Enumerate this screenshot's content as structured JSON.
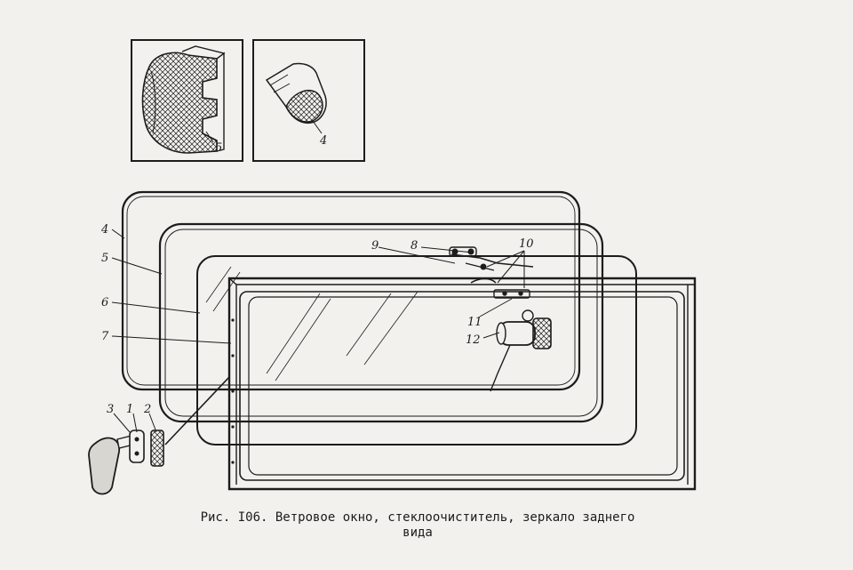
{
  "callouts": {
    "c1": "1",
    "c2": "2",
    "c3": "3",
    "c4": "4",
    "c5": "5",
    "c6": "6",
    "c7": "7",
    "c8": "8",
    "c9": "9",
    "c10": "10",
    "c11": "11",
    "c12": "12",
    "inset_left": "5",
    "inset_right": "4"
  },
  "caption": {
    "line1": "Рис. I06. Ветровое окно, стеклоочиститель, зеркало заднего",
    "line2": "вида"
  },
  "colors": {
    "ink": "#1c1c1c",
    "paper": "#f2f1ee"
  }
}
